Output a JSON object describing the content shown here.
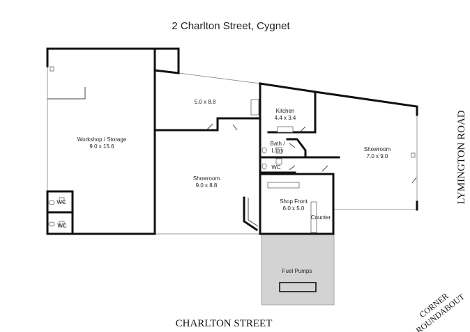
{
  "title": "2 Charlton Street, Cygnet",
  "rooms": {
    "workshop": {
      "name": "Workshop / Storage",
      "size": "9.0 x 15.6"
    },
    "room_top": {
      "size": "5.0 x 8.8"
    },
    "kitchen": {
      "name": "Kitchen",
      "size": "4.4 x 3.4"
    },
    "bath_line1": "Bath /",
    "bath_line2": "L'dry",
    "wc_mid": "WC",
    "wc_left_top": "WC",
    "wc_left_bottom": "WC",
    "showroom_right": {
      "name": "Showroom",
      "size": "7.0 x 9.0"
    },
    "showroom_center": {
      "name": "Showroom",
      "size": "9.0 x 8.8"
    },
    "shop_front": {
      "name": "Shop Front",
      "size": "6.0 x 5.0"
    },
    "counter": "Counter",
    "fuel_pumps": "Fuel Pumps"
  },
  "streets": {
    "bottom": "CHARLTON STREET",
    "right": "LYMINGTON ROAD",
    "corner_line1": "CORNER",
    "corner_line2": "ROUNDABOUT"
  },
  "colors": {
    "fuel_area": "#d3d3d3",
    "walls": "#111111"
  }
}
